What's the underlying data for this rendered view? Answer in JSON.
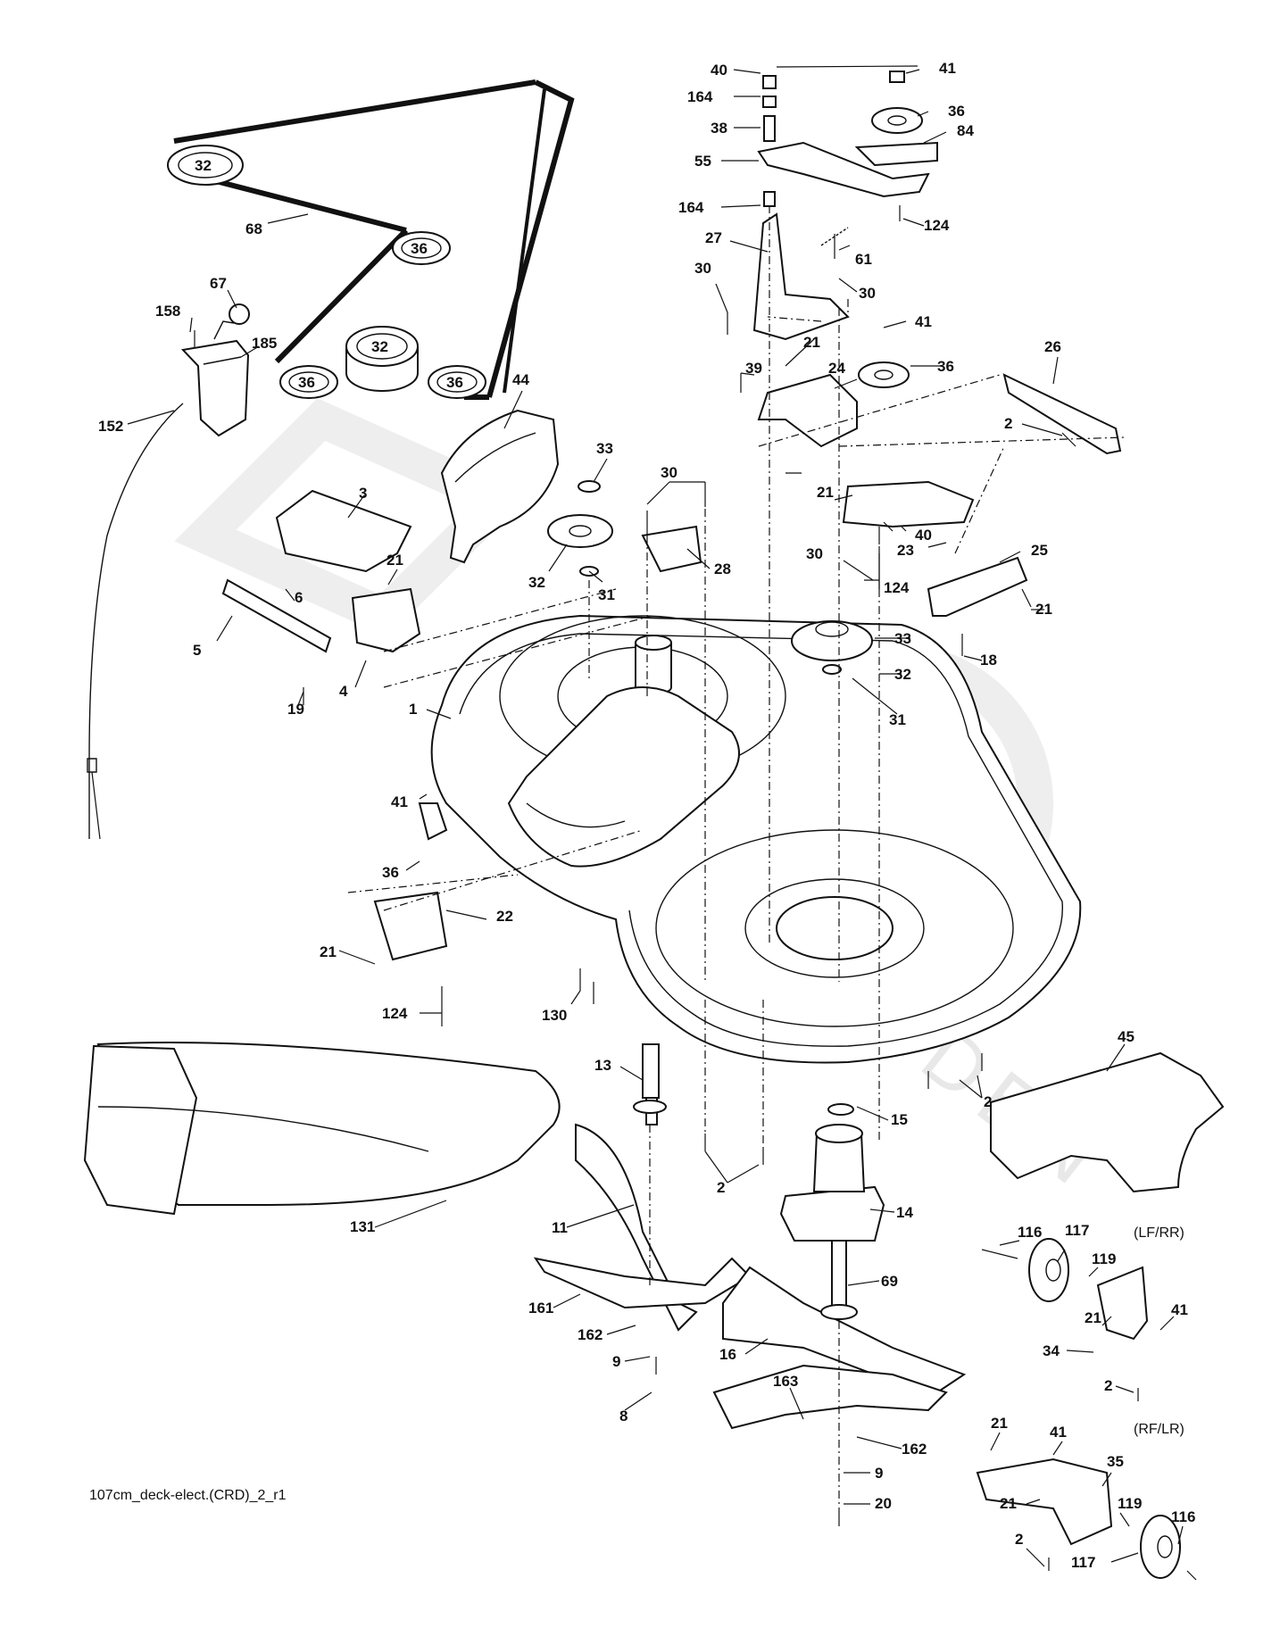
{
  "diagram": {
    "footer_code": "107cm_deck-elect.(CRD)_2_r1",
    "watermark": "GARDEN",
    "variant_labels": {
      "front": "(LF/RR)",
      "rear": "(RF/LR)"
    },
    "belt_pulleys": [
      {
        "id": "p32a",
        "label": "32"
      },
      {
        "id": "p36a",
        "label": "36"
      },
      {
        "id": "p32b",
        "label": "32"
      },
      {
        "id": "p36b",
        "label": "36"
      },
      {
        "id": "p36c",
        "label": "36"
      }
    ],
    "callouts": [
      {
        "id": "c40a",
        "label": "40"
      },
      {
        "id": "c41a",
        "label": "41"
      },
      {
        "id": "c164a",
        "label": "164"
      },
      {
        "id": "c36a",
        "label": "36"
      },
      {
        "id": "c38",
        "label": "38"
      },
      {
        "id": "c84",
        "label": "84"
      },
      {
        "id": "c55",
        "label": "55"
      },
      {
        "id": "c164b",
        "label": "164"
      },
      {
        "id": "c124a",
        "label": "124"
      },
      {
        "id": "c27",
        "label": "27"
      },
      {
        "id": "c61",
        "label": "61"
      },
      {
        "id": "c30a",
        "label": "30"
      },
      {
        "id": "c30b",
        "label": "30"
      },
      {
        "id": "c41b",
        "label": "41"
      },
      {
        "id": "c21a",
        "label": "21"
      },
      {
        "id": "c39",
        "label": "39"
      },
      {
        "id": "c24",
        "label": "24"
      },
      {
        "id": "c36b",
        "label": "36"
      },
      {
        "id": "c26",
        "label": "26"
      },
      {
        "id": "c2a",
        "label": "2"
      },
      {
        "id": "c68",
        "label": "68"
      },
      {
        "id": "c67",
        "label": "67"
      },
      {
        "id": "c158",
        "label": "158"
      },
      {
        "id": "c185",
        "label": "185"
      },
      {
        "id": "c152",
        "label": "152"
      },
      {
        "id": "c44",
        "label": "44"
      },
      {
        "id": "c33a",
        "label": "33"
      },
      {
        "id": "c30c",
        "label": "30"
      },
      {
        "id": "c3",
        "label": "3"
      },
      {
        "id": "c21b",
        "label": "21"
      },
      {
        "id": "c23",
        "label": "23"
      },
      {
        "id": "c40b",
        "label": "40"
      },
      {
        "id": "c25",
        "label": "25"
      },
      {
        "id": "c32a",
        "label": "32"
      },
      {
        "id": "c31a",
        "label": "31"
      },
      {
        "id": "c28",
        "label": "28"
      },
      {
        "id": "c30d",
        "label": "30"
      },
      {
        "id": "c124b",
        "label": "124"
      },
      {
        "id": "c21c",
        "label": "21"
      },
      {
        "id": "c21d",
        "label": "21"
      },
      {
        "id": "c6",
        "label": "6"
      },
      {
        "id": "c5",
        "label": "5"
      },
      {
        "id": "c33b",
        "label": "33"
      },
      {
        "id": "c18",
        "label": "18"
      },
      {
        "id": "c32b",
        "label": "32"
      },
      {
        "id": "c19",
        "label": "19"
      },
      {
        "id": "c4",
        "label": "4"
      },
      {
        "id": "c31b",
        "label": "31"
      },
      {
        "id": "c1",
        "label": "1"
      },
      {
        "id": "c41c",
        "label": "41"
      },
      {
        "id": "c36c",
        "label": "36"
      },
      {
        "id": "c22",
        "label": "22"
      },
      {
        "id": "c21e",
        "label": "21"
      },
      {
        "id": "c124c",
        "label": "124"
      },
      {
        "id": "c130",
        "label": "130"
      },
      {
        "id": "c45",
        "label": "45"
      },
      {
        "id": "c13",
        "label": "13"
      },
      {
        "id": "c2b",
        "label": "2"
      },
      {
        "id": "c15",
        "label": "15"
      },
      {
        "id": "c131",
        "label": "131"
      },
      {
        "id": "c2c",
        "label": "2"
      },
      {
        "id": "c14",
        "label": "14"
      },
      {
        "id": "c11",
        "label": "11"
      },
      {
        "id": "c116a",
        "label": "116"
      },
      {
        "id": "c117a",
        "label": "117"
      },
      {
        "id": "c119a",
        "label": "119"
      },
      {
        "id": "c69",
        "label": "69"
      },
      {
        "id": "c161",
        "label": "161"
      },
      {
        "id": "c21f",
        "label": "21"
      },
      {
        "id": "c41d",
        "label": "41"
      },
      {
        "id": "c162a",
        "label": "162"
      },
      {
        "id": "c34",
        "label": "34"
      },
      {
        "id": "c9a",
        "label": "9"
      },
      {
        "id": "c16",
        "label": "16"
      },
      {
        "id": "c2d",
        "label": "2"
      },
      {
        "id": "c8",
        "label": "8"
      },
      {
        "id": "c163",
        "label": "163"
      },
      {
        "id": "c21g",
        "label": "21"
      },
      {
        "id": "c41e",
        "label": "41"
      },
      {
        "id": "c162b",
        "label": "162"
      },
      {
        "id": "c35",
        "label": "35"
      },
      {
        "id": "c9b",
        "label": "9"
      },
      {
        "id": "c21h",
        "label": "21"
      },
      {
        "id": "c119b",
        "label": "119"
      },
      {
        "id": "c116b",
        "label": "116"
      },
      {
        "id": "c20",
        "label": "20"
      },
      {
        "id": "c2e",
        "label": "2"
      },
      {
        "id": "c117b",
        "label": "117"
      }
    ]
  }
}
